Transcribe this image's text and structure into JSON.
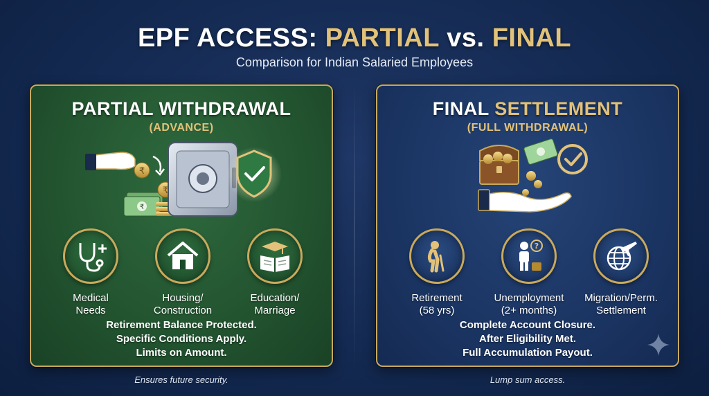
{
  "header": {
    "title_part1": "EPF ACCESS: ",
    "title_part2": "PARTIAL",
    "title_part3": " vs. ",
    "title_part4": "FINAL",
    "subtitle": "Comparison for Indian Salaried Employees"
  },
  "left_panel": {
    "title": "PARTIAL WITHDRAWAL",
    "subtitle": "(ADVANCE)",
    "hero_icons": [
      "hand-coin-icon",
      "rupee-cash-stack-icon",
      "vault-safe-icon",
      "shield-check-icon"
    ],
    "categories": [
      {
        "icon": "stethoscope-plus-icon",
        "label": "Medical\nNeeds"
      },
      {
        "icon": "house-icon",
        "label": "Housing/\nConstruction"
      },
      {
        "icon": "book-graduation-icon",
        "label": "Education/\nMarriage"
      }
    ],
    "notes": [
      "Retirement Balance Protected.",
      "Specific Conditions Apply.",
      "Limits on Amount."
    ],
    "footer": "Ensures future security."
  },
  "right_panel": {
    "title_part1": "FINAL ",
    "title_part2": "SETTLEMENT",
    "subtitle": "(FULL WITHDRAWAL)",
    "hero_icons": [
      "treasure-chest-icon",
      "cash-bill-icon",
      "check-badge-icon",
      "open-hand-coins-icon"
    ],
    "categories": [
      {
        "icon": "elderly-person-icon",
        "label": "Retirement\n(58 yrs)"
      },
      {
        "icon": "person-question-icon",
        "label": "Unemployment\n(2+ months)"
      },
      {
        "icon": "globe-plane-icon",
        "label": "Migration/Perm.\nSettlement"
      }
    ],
    "notes": [
      "Complete Account Closure.",
      "After Eligibility Met.",
      "Full Accumulation Payout."
    ],
    "footer": "Lump sum access."
  },
  "colors": {
    "gold": "#e2c27a",
    "border_gold": "#c9a95c",
    "left_green": "#22532f",
    "right_navy": "#1b3563",
    "background": "#142a52"
  }
}
